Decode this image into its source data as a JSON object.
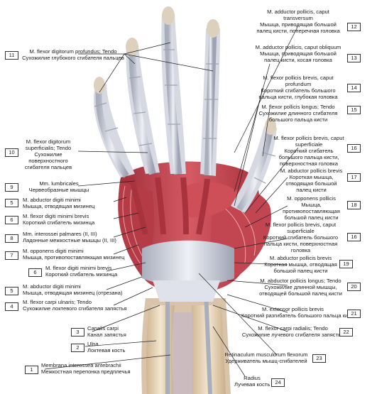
{
  "callouts": [
    {
      "n": "1",
      "latin": "Membrana interossea antebrachii",
      "russian": "Межкостная перепонка предплечья"
    },
    {
      "n": "2",
      "latin": "Ulna",
      "russian": "Локтевая кость"
    },
    {
      "n": "3",
      "latin": "Canalis carpi",
      "russian": "Канал запястья"
    },
    {
      "n": "4",
      "latin": "M. flexor carpi ulnaris; Tendo",
      "russian": "Сухожилие локтевого сгибателя запястья"
    },
    {
      "n": "5",
      "latin": "M. abductor digiti minimi",
      "russian": "Мышца, отводящая мизинец (отрезана)"
    },
    {
      "n": "6",
      "latin": "M. flexor digiti minimi brevis",
      "russian": "Короткий сгибатель мизинца"
    },
    {
      "n": "7",
      "latin": "M. opponens digiti minimi",
      "russian": "Мышца, противопоставляющая мизинец"
    },
    {
      "n": "8",
      "latin": "Mm. interossei palmares (II, III)",
      "russian": "Ладонные межкостные мышцы (II, III)"
    },
    {
      "n": "6b",
      "latin": "M. flexor digiti minimi brevis",
      "russian": "Короткий сгибатель мизинца"
    },
    {
      "n": "5b",
      "latin": "M. abductor digiti minimi",
      "russian": "Мышца, отводящая мизинец"
    },
    {
      "n": "9",
      "latin": "Mm. lumbricales",
      "russian": "Червеобразные мышцы"
    },
    {
      "n": "10",
      "latin": "M. flexor digitorum superficialis; Tendo",
      "russian": "Сухожилие поверхностного сгибателя пальцев"
    },
    {
      "n": "11",
      "latin": "M. flexor digitorum profundus; Tendo",
      "russian": "Сухожилие глубокого сгибателя пальцев"
    },
    {
      "n": "12",
      "latin": "M. adductor pollicis, caput transversum",
      "russian": "Мышца, приводящая большой палец кисти, поперечная головка"
    },
    {
      "n": "13",
      "latin": "M. adductor pollicis, caput obliquum",
      "russian": "Мышца, приводящая большой палец кисти, косая головка"
    },
    {
      "n": "14",
      "latin": "M. flexor pollicis brevis, caput profundum",
      "russian": "Короткий сгибатель большого пальца кисти, глубокая головка"
    },
    {
      "n": "15",
      "latin": "M. flexor pollicis longus; Tendo",
      "russian": "Сухожилие длинного сгибателя большого пальца кисти"
    },
    {
      "n": "16",
      "latin": "M. flexor pollicis brevis, caput superficiale",
      "russian": "Короткий сгибатель большого пальца кисти, поверхностная головка"
    },
    {
      "n": "17",
      "latin": "M. abductor pollicis brevis",
      "russian": "Короткая мышца, отводящая большой палец кисти"
    },
    {
      "n": "18",
      "latin": "M. opponens pollicis",
      "russian": "Мышца, противопоставляющая большой палец кисти"
    },
    {
      "n": "16b",
      "latin": "M. flexor pollicis brevis, caput superficiale",
      "russian": "Короткий сгибатель большого пальца кисти, поверхностная головка"
    },
    {
      "n": "19",
      "latin": "M. abductor pollicis brevis",
      "russian": "Короткая мышца, отводящая большой палец кисти"
    },
    {
      "n": "20",
      "latin": "M. abductor pollicis longus; Tendo",
      "russian": "Сухожилие длинной мышцы, отводящей большой палец кисти"
    },
    {
      "n": "21",
      "latin": "M. extensor pollicis brevis",
      "russian": "Короткий разгибатель большого пальца кисти"
    },
    {
      "n": "22",
      "latin": "M. flexor carpi radialis; Tendo",
      "russian": "Сухожилие лучевого сгибателя запястья"
    },
    {
      "n": "23",
      "latin": "Retinaculum musculorum flexorum",
      "russian": "Удерживатель мышц-сгибателей"
    },
    {
      "n": "24",
      "latin": "Radius",
      "russian": "Лучевая кость"
    }
  ],
  "colors": {
    "muscle": "#c0404c",
    "muscle_light": "#d66a70",
    "tendon": "#dfe2ea",
    "tendon_shade": "#a9aebd",
    "bone": "#ead9bf",
    "skin_edge": "#b2737a"
  }
}
